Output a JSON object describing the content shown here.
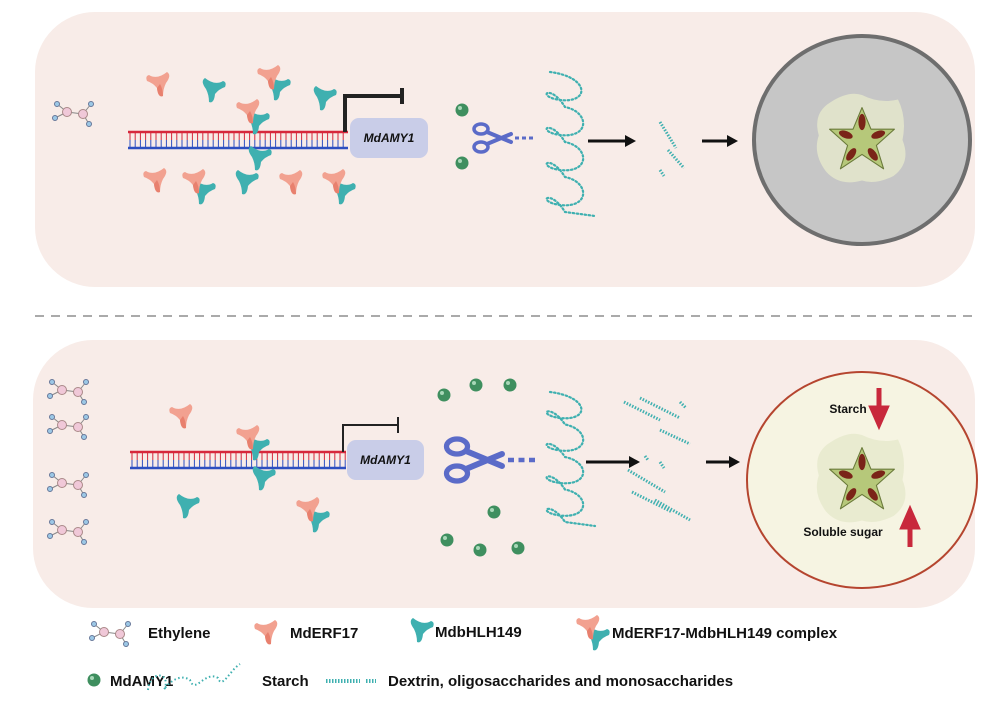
{
  "gene_label": "MdAMY1",
  "apple_labels": {
    "starch": "Starch",
    "soluble_sugar": "Soluble sugar"
  },
  "legend": {
    "ethylene": "Ethylene",
    "erf": "MdERF17",
    "bhlh": "MdbHLH149",
    "complex": "MdERF17-MdbHLH149 complex",
    "amy": "MdAMY1",
    "starch": "Starch",
    "dextrin": "Dextrin, oligosaccharides and monosaccharides"
  },
  "colors": {
    "panel": "#f8ece8",
    "erf": "#f2a190",
    "bhlh": "#3fb0b0",
    "dna_top": "#d6283c",
    "dna_bottom": "#2d4fc0",
    "gene_box": "#c9cde8",
    "amy": "#3f8f5f",
    "starch": "#3fb0b0",
    "scissors": "#5b6bc8",
    "apple_gray": "#c6c6c6",
    "apple_fresh": "#f6f4e2",
    "apple_skin": "#b5452f",
    "arrow_red": "#c8283c"
  }
}
